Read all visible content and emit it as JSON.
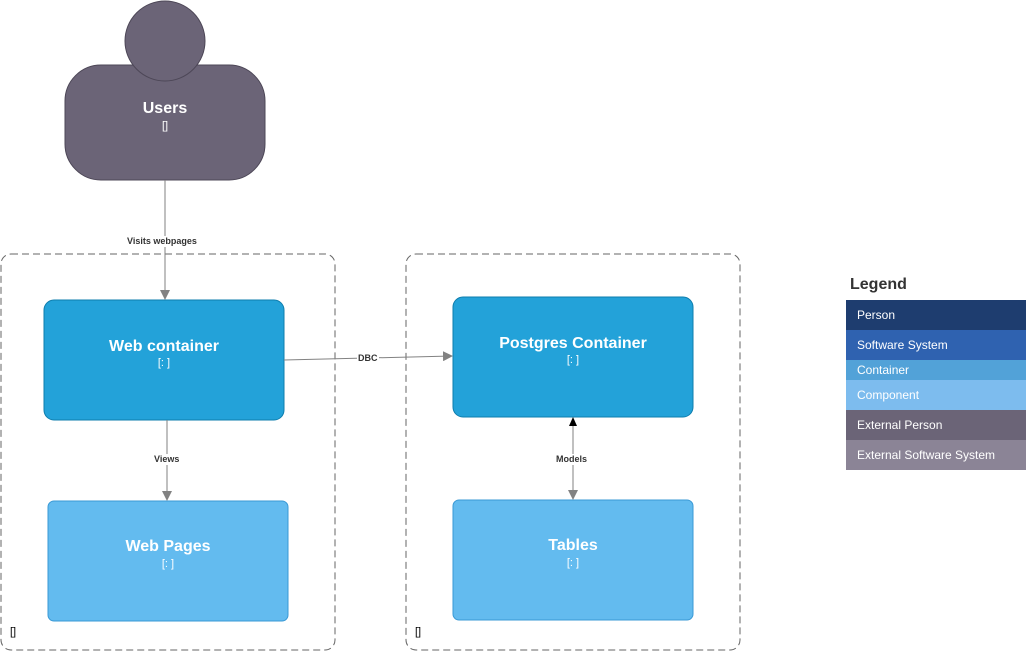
{
  "users": {
    "title": "Users",
    "sub": "[]"
  },
  "boundaries": [
    {
      "label": "[]"
    },
    {
      "label": "[]"
    }
  ],
  "nodes": {
    "web_container": {
      "title": "Web container",
      "sub": "[: ]"
    },
    "postgres_container": {
      "title": "Postgres Container",
      "sub": "[: ]"
    },
    "web_pages": {
      "title": "Web Pages",
      "sub": "[: ]"
    },
    "tables": {
      "title": "Tables",
      "sub": "[: ]"
    }
  },
  "edges": {
    "visits": "Visits webpages",
    "dbc": "DBC",
    "views": "Views",
    "models": "Models"
  },
  "legend": {
    "title": "Legend",
    "items": [
      {
        "label": "Person",
        "color": "#1e3d6f"
      },
      {
        "label": "Software System",
        "color": "#2f62b0"
      },
      {
        "label": "Container",
        "color": "#52a2d8"
      },
      {
        "label": "Component",
        "color": "#7dbcee"
      },
      {
        "label": "External Person",
        "color": "#6b6477"
      },
      {
        "label": "External Software System",
        "color": "#8b8496"
      }
    ]
  },
  "colors": {
    "person": "#6b6477",
    "container": "#23a2d9",
    "component": "#63bbef",
    "edge": "#828282"
  }
}
